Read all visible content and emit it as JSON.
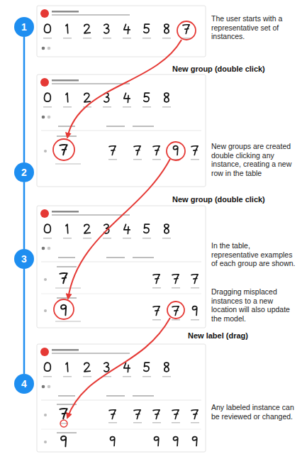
{
  "diagram": {
    "nodes": [
      {
        "text": [
          "1"
        ]
      },
      {
        "text": [
          "2"
        ]
      },
      {
        "text": [
          "3"
        ]
      },
      {
        "text": [
          "4"
        ]
      }
    ],
    "edges": [
      {
        "from": 0,
        "to": 1,
        "arrow": "none"
      },
      {
        "from": 1,
        "to": 2,
        "arrow": "none"
      },
      {
        "from": 2,
        "to": 3,
        "arrow": "none"
      }
    ],
    "labels": [
      "The user starts with a representative set of instances.",
      "New group (double click)",
      "New groups are created double clicking any instance, creating a new row in the table",
      "New group (double click)",
      "In the table, representative examples of each group are shown.",
      "Dragging misplaced instances to a new location will also update the model.",
      "New label (drag)",
      "Any labeled instance can be reviewed or changed."
    ]
  }
}
